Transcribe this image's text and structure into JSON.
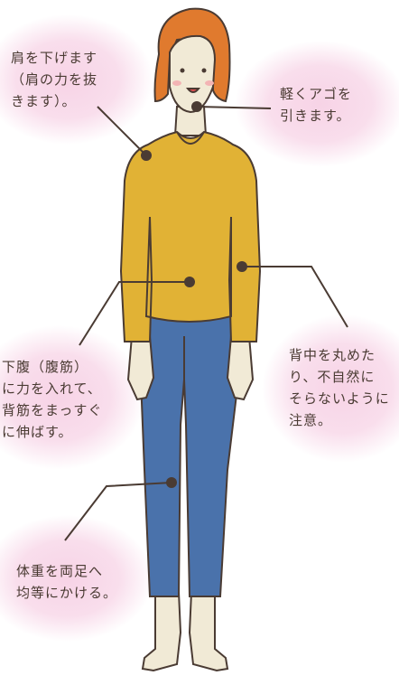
{
  "notes": {
    "shoulders": [
      "肩を下げます",
      "（肩の力を抜",
      "きます）。"
    ],
    "chin": [
      "軽くアゴを",
      "引きます。"
    ],
    "abdomen": [
      "下腹（腹筋）",
      "に力を入れて、",
      "背筋をまっすぐ",
      "に伸ばす。"
    ],
    "back": [
      "背中を丸めた",
      "り、不自然に",
      "そらないように",
      "注意。"
    ],
    "weight": [
      "体重を両足へ",
      "均等にかける。"
    ]
  },
  "colors": {
    "glow": "#f7d3e6",
    "sweater": "#e1b235",
    "jeans": "#4a72ab",
    "hair": "#e07a2e",
    "skin": "#f1ead6",
    "line": "#4a3b33"
  }
}
